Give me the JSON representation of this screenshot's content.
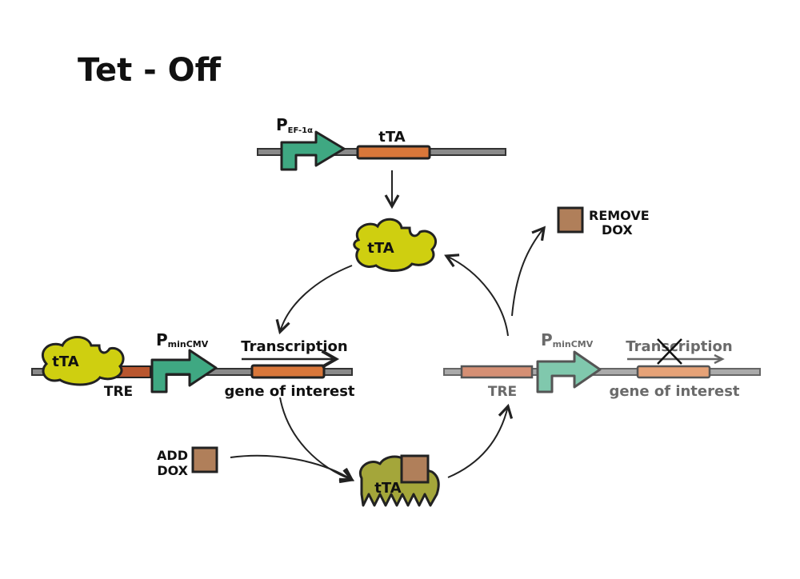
{
  "title": "Tet - Off",
  "top_construct": {
    "promoter_label": "P",
    "promoter_sub": "EF-1α",
    "gene_label": "tTA"
  },
  "free_tta_label": "tTA",
  "left_construct": {
    "tta_label": "tTA",
    "tre_label": "TRE",
    "promoter_label": "P",
    "promoter_sub": "minCMV",
    "transcription_label": "Transcription",
    "gene_label": "gene of interest"
  },
  "right_construct": {
    "tre_label": "TRE",
    "promoter_label": "P",
    "promoter_sub": "minCMV",
    "transcription_label": "Transcription",
    "gene_label": "gene of interest"
  },
  "add_dox": {
    "line1": "ADD",
    "line2": "DOX"
  },
  "remove_dox": {
    "line1": "REMOVE",
    "line2": "DOX"
  },
  "bound_tta_label": "tTA",
  "colors": {
    "promoter": "#3fa882",
    "gene": "#d9773a",
    "tre": "#b9562e",
    "tta": "#cfcf10",
    "tta_bound": "#a4a63a",
    "dox": "#b07f5a"
  }
}
